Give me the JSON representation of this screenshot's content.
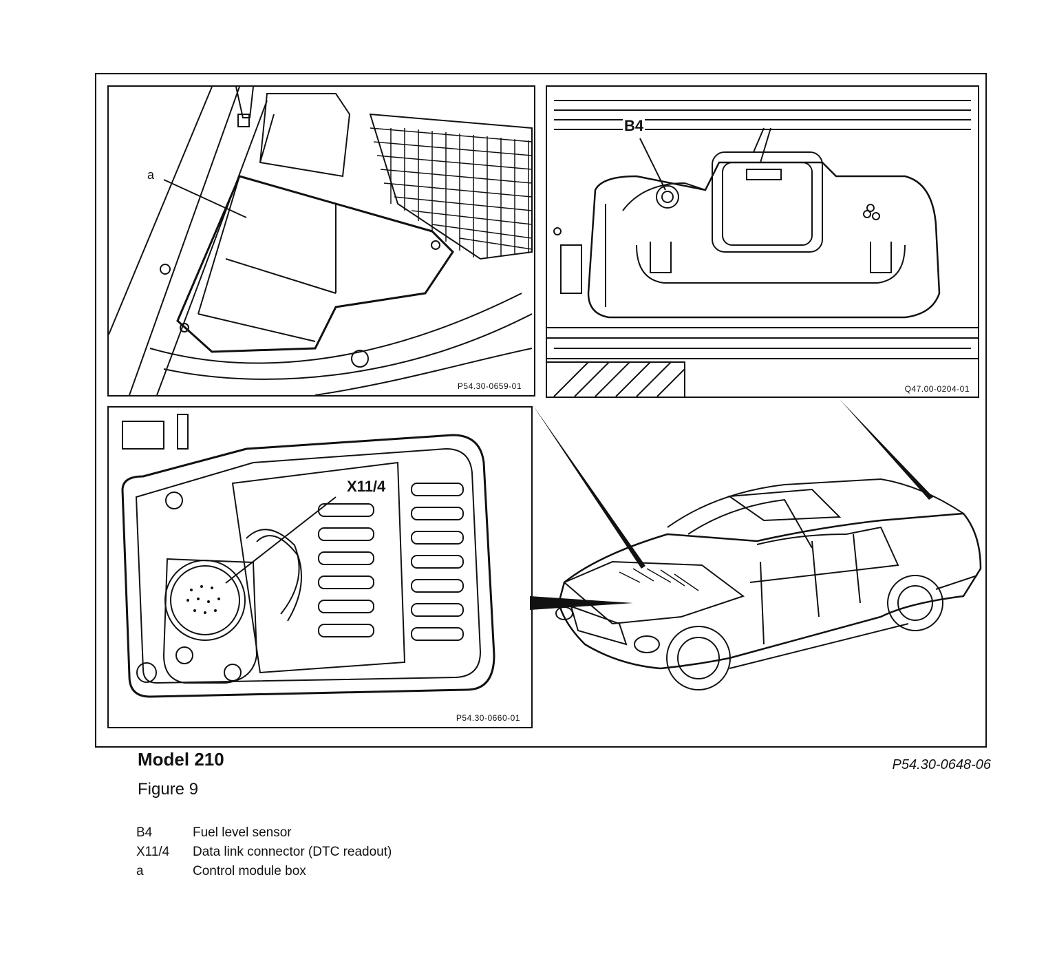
{
  "figure": {
    "model_title": "Model 210",
    "figure_number": "Figure 9",
    "figure_ref": "P54.30-0648-06"
  },
  "panels": {
    "control_module": {
      "ref": "P54.30-0659-01",
      "callout": "a"
    },
    "fuel_sensor": {
      "ref": "Q47.00-0204-01",
      "callout": "B4"
    },
    "data_link": {
      "ref": "P54.30-0660-01",
      "callout": "X11/4"
    }
  },
  "legend": [
    {
      "code": "B4",
      "description": "Fuel level sensor"
    },
    {
      "code": "X11/4",
      "description": "Data link connector (DTC readout)"
    },
    {
      "code": "a",
      "description": "Control module box"
    }
  ]
}
